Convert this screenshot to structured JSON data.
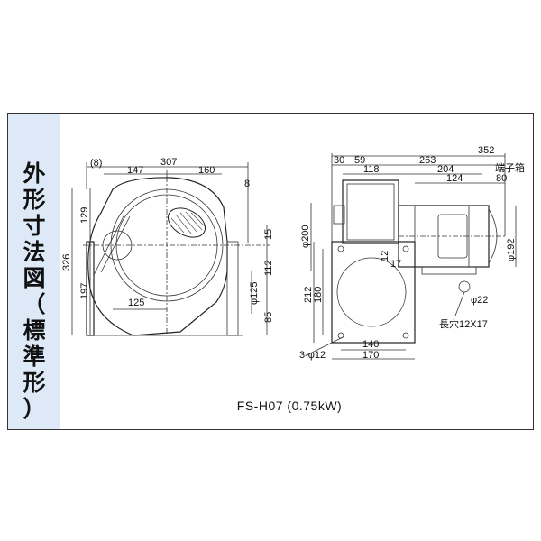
{
  "title_chars": [
    "外",
    "形",
    "寸",
    "法",
    "図",
    "（",
    "標",
    "準",
    "形",
    "）"
  ],
  "model_caption": "FS-H07 (0.75kW)",
  "front_view": {
    "dims": {
      "d8": "(8)",
      "d307": "307",
      "d147": "147",
      "d160": "160",
      "d8r": "8",
      "d129": "129",
      "d326": "326",
      "d197": "197",
      "d125": "125",
      "d15": "15",
      "d112": "112",
      "dphi125": "φ125",
      "d85": "85"
    }
  },
  "side_view": {
    "dims": {
      "d352": "352",
      "d30": "30",
      "d59": "59",
      "d263": "263",
      "d118": "118",
      "d204": "204",
      "d124": "124",
      "d80": "80",
      "terminal_box": "端子箱",
      "dphi200": "φ200",
      "dphi192": "φ192",
      "d12": "12",
      "d17": "17",
      "d212": "212",
      "d180": "180",
      "dphi22": "φ22",
      "slot": "長穴12X17",
      "d140": "140",
      "d170": "170",
      "holes": "3-φ12"
    }
  }
}
